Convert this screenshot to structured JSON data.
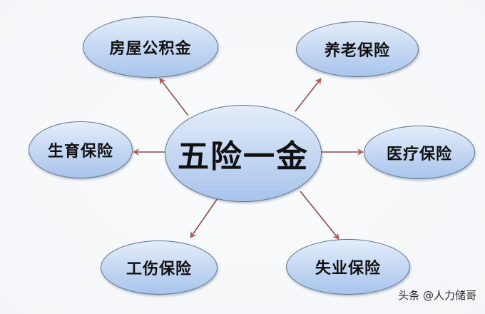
{
  "diagram": {
    "center": {
      "label": "五险一金"
    },
    "nodes": [
      {
        "id": "housing-fund",
        "label": "房屋公积金"
      },
      {
        "id": "pension",
        "label": "养老保险"
      },
      {
        "id": "maternity",
        "label": "生育保险"
      },
      {
        "id": "medical",
        "label": "医疗保险"
      },
      {
        "id": "work-injury",
        "label": "工伤保险"
      },
      {
        "id": "unemployment",
        "label": "失业保险"
      }
    ],
    "colors": {
      "node_fill_top": "#e4edf9",
      "node_fill_bottom": "#a9c4ec",
      "node_border": "#5f7487",
      "arrow": "#b05a50"
    }
  },
  "watermark": "头条 @人力储哥"
}
